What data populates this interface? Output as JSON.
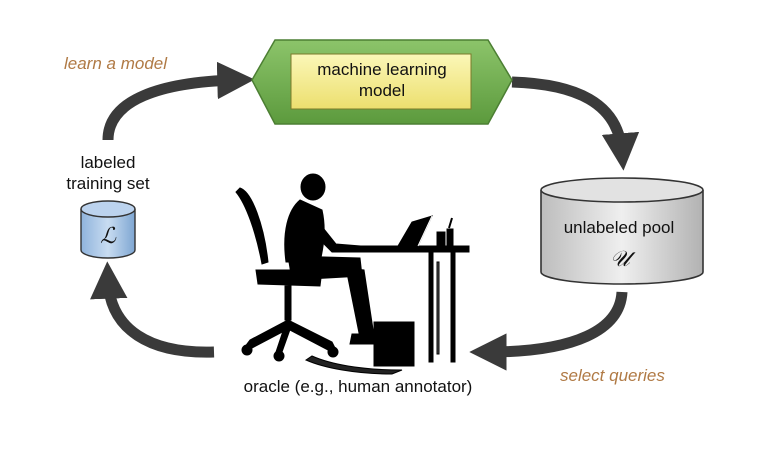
{
  "diagram": {
    "model": {
      "line1": "machine learning",
      "line2": "model"
    },
    "learn_label": "learn a model",
    "labeled_set": {
      "line1": "labeled",
      "line2": "training set",
      "symbol": "ℒ"
    },
    "unlabeled_pool": {
      "label": "unlabeled pool",
      "symbol": "𝒰"
    },
    "select_label": "select queries",
    "oracle_label": "oracle (e.g., human annotator)",
    "colors": {
      "accent_text": "#b07a45",
      "arrow": "#3a3a3a",
      "model_outer": "#6fa84c",
      "model_inner": "#f4f09a",
      "labeled_cyl": "#a9c6e6",
      "unlabeled_cyl": "#d9d9d9"
    }
  }
}
